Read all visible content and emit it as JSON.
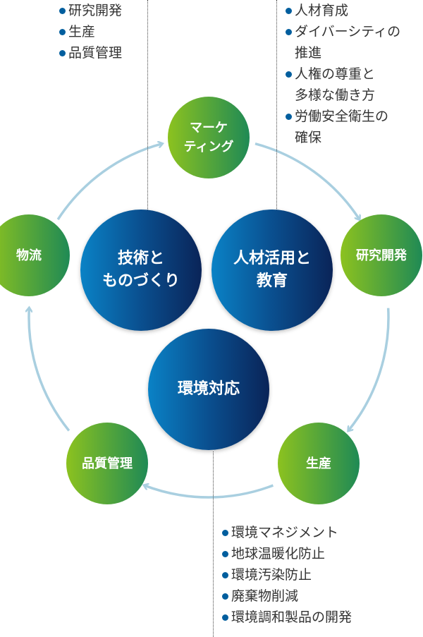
{
  "cycle": {
    "marketing": "マーケ\nティング",
    "rnd": "研究開発",
    "production": "生産",
    "quality": "品質管理",
    "logistics": "物流"
  },
  "core": {
    "technology": "技術と\nものづくり",
    "people": "人材活用と\n教育",
    "environment": "環境対応"
  },
  "lists": {
    "technology": [
      "研究開発",
      "生産",
      "品質管理"
    ],
    "people": [
      "人材育成",
      "ダイバーシティの\n推進",
      "人権の尊重と\n多様な働き方",
      "労働安全衛生の\n確保"
    ],
    "environment": [
      "環境マネジメント",
      "地球温暖化防止",
      "環境汚染防止",
      "廃棄物削減",
      "環境調和製品の開発"
    ]
  },
  "colors": {
    "arrow": "#a9cfe0",
    "bullet": "#005e9e",
    "green_start": "#8cc21f",
    "green_end": "#1f8a55",
    "blue_start": "#0a82c6",
    "blue_end": "#0a2458"
  }
}
